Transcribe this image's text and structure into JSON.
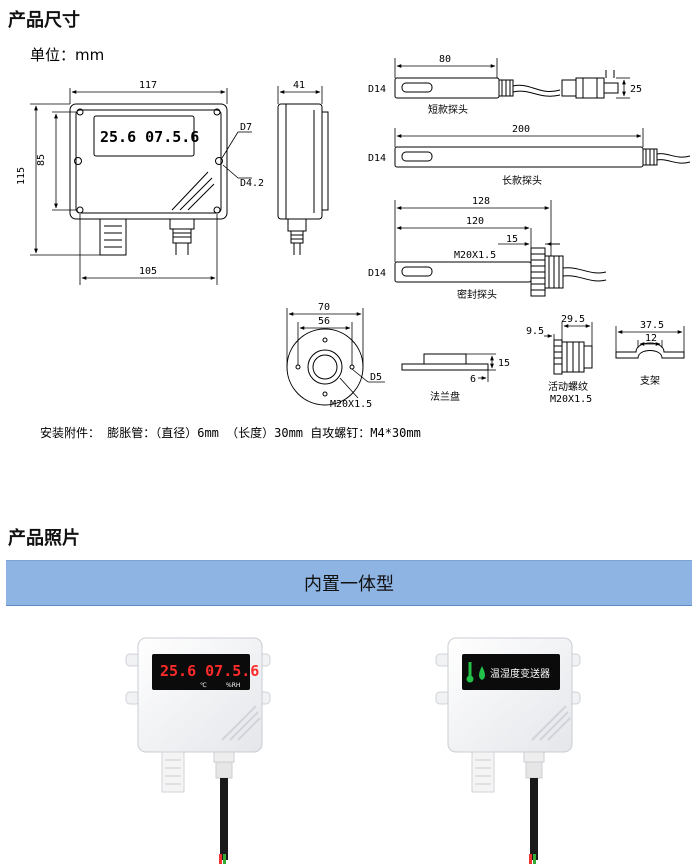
{
  "section_dimensions": {
    "title": "产品尺寸"
  },
  "unit": {
    "label": "单位：mm"
  },
  "front_view": {
    "width_top": "117",
    "height_inner": "85",
    "height_outer": "115",
    "width_bottom": "105",
    "hole_d7": "D7",
    "hole_d42": "D4.2",
    "display_text": "25.6 07.5.6"
  },
  "side_view": {
    "depth": "41"
  },
  "short_probe": {
    "diameter": "D14",
    "length": "80",
    "end_height": "25",
    "name": "短款探头"
  },
  "long_probe": {
    "diameter": "D14",
    "length": "200",
    "name": "长款探头"
  },
  "sealed_probe": {
    "diameter": "D14",
    "total": "128",
    "body": "120",
    "thread_len": "15",
    "thread": "M20X1.5",
    "name": "密封探头"
  },
  "flange": {
    "outer": "70",
    "inner": "56",
    "hole": "D5",
    "thread": "M20X1.5",
    "height": "15",
    "thickness": "6",
    "name": "法兰盘"
  },
  "gland": {
    "width": "29.5",
    "offset": "9.5",
    "name": "活动螺纹",
    "thread": "M20X1.5"
  },
  "bracket": {
    "width": "37.5",
    "inner": "12",
    "name": "支架"
  },
  "accessories": {
    "text": "安装附件： 膨胀管：（直径）6mm （长度）30mm  自攻螺钉：M4*30mm"
  },
  "section_photos": {
    "title": "产品照片"
  },
  "banner": {
    "label": "内置一体型"
  },
  "photo_left": {
    "display": "25.6 07.5.6",
    "unit": "℃",
    "rh": "%RH"
  },
  "photo_right": {
    "display": "温湿度变送器"
  },
  "colors": {
    "banner": "#8eb4e3",
    "led_red": "#ff2a2a",
    "led_green": "#22c24a",
    "cable": "#1a1a1a"
  }
}
